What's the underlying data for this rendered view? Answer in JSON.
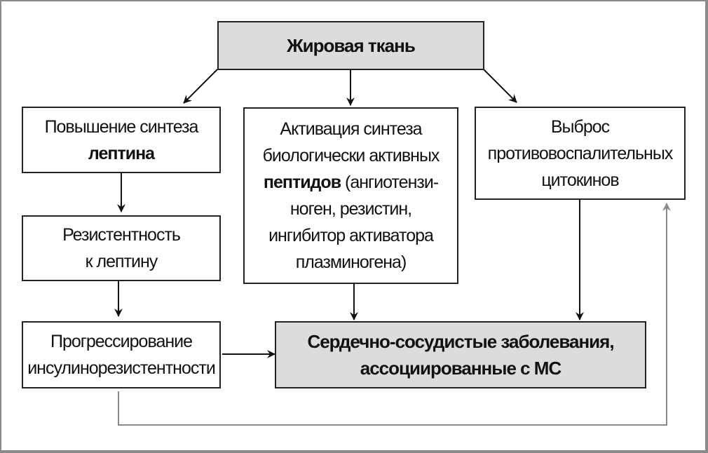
{
  "diagram": {
    "nodes": {
      "adipose": {
        "text": "Жировая ткань"
      },
      "leptin": {
        "line1": "Повышение синтеза",
        "line2_bold": "лептина"
      },
      "peptides": {
        "line1": "Активация синтеза",
        "line2": "биологически активных",
        "line3_bold": "пептидов",
        "line3_rest": " (ангиотензи-",
        "line4": "ноген, резистин,",
        "line5": "ингибитор активатора",
        "line6": "плазминогена)"
      },
      "cytokines": {
        "line1": "Выброс",
        "line2": "противовоспалительных",
        "line3": "цитокинов"
      },
      "resistance": {
        "line1": "Резистентность",
        "line2": "к лептину"
      },
      "insulin": {
        "line1": "Прогрессирование",
        "line2": "инсулинорезистентности"
      },
      "cvd": {
        "line1": "Сердечно-сосудистые заболевания,",
        "line2": "ассоциированные с МС"
      }
    },
    "edges": [
      {
        "from": "adipose",
        "to": "leptin"
      },
      {
        "from": "adipose",
        "to": "peptides"
      },
      {
        "from": "adipose",
        "to": "cytokines"
      },
      {
        "from": "leptin",
        "to": "resistance"
      },
      {
        "from": "resistance",
        "to": "insulin"
      },
      {
        "from": "insulin",
        "to": "cvd"
      },
      {
        "from": "peptides",
        "to": "cvd"
      },
      {
        "from": "cytokines",
        "to": "cvd"
      },
      {
        "from": "insulin",
        "to": "cytokines",
        "style": "gray-feedback"
      }
    ],
    "colors": {
      "highlight_fill": "#dcdcde",
      "line": "#111111",
      "feedback_line": "#8a8a8a",
      "frame": "#8a8a8a"
    }
  }
}
